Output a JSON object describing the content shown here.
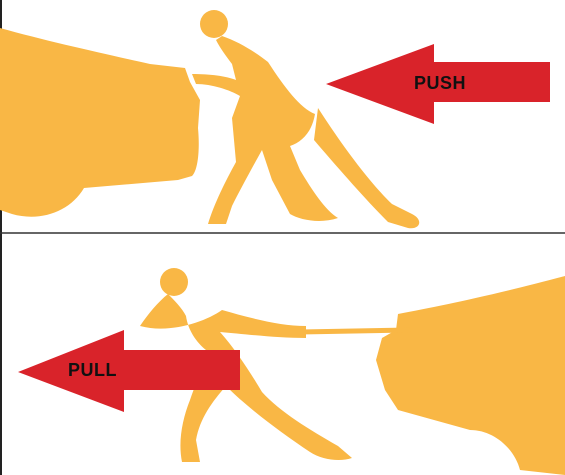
{
  "panels": {
    "push": {
      "label": "PUSH"
    },
    "pull": {
      "label": "PULL"
    }
  },
  "colors": {
    "silhouette": "#F9B745",
    "arrow": "#D9232A",
    "label": "#111111",
    "background": "#FFFFFF"
  },
  "icons": {
    "push_figure": "person-pushing-car-silhouette",
    "pull_figure": "person-pulling-rope-silhouette",
    "push_car": "car-silhouette",
    "pull_car": "car-silhouette",
    "push_arrow": "arrow-left",
    "pull_arrow": "arrow-left"
  }
}
